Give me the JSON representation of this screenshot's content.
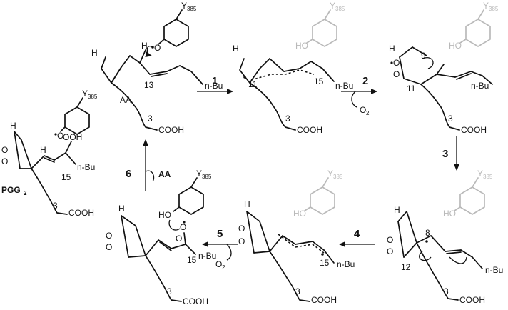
{
  "labels": {
    "tyr": "Y",
    "tyr_num": "385",
    "ho": "HO",
    "o_radical": "O",
    "h": "H",
    "nbu": "n-Bu",
    "cooh": "COOH",
    "aa": "AA",
    "o2": "O",
    "o2_sub": "2",
    "pgg_main": "PGG",
    "pgg_sub": "2",
    "ooh": "OOH",
    "num_3": "3",
    "num_8": "8",
    "num_9": "9",
    "num_11": "11",
    "num_12": "12",
    "num_13": "13",
    "num_15": "15"
  },
  "steps": {
    "s1": "1",
    "s2": "2",
    "s3": "3",
    "s4": "4",
    "s5": "5",
    "s6": "6"
  }
}
